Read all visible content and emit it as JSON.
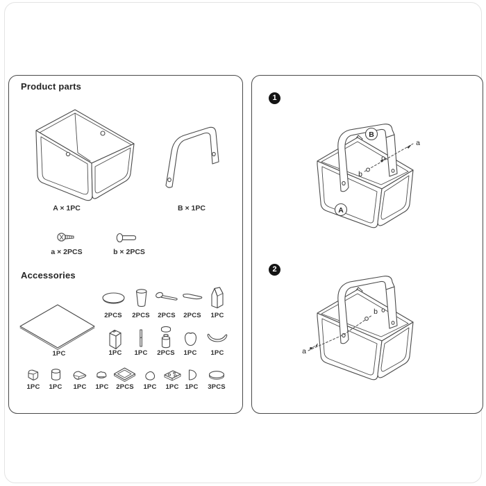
{
  "colors": {
    "line": "#4a4a4a",
    "text": "#303030",
    "panel_border": "#474747",
    "badge_bg": "#141414",
    "badge_fg": "#ffffff"
  },
  "left_panel": {
    "title": "Product parts",
    "part_a": {
      "name": "basket-body",
      "label": "A × 1PC"
    },
    "part_b": {
      "name": "handle",
      "label": "B × 1PC"
    },
    "screw_a": {
      "name": "phillips-screw",
      "label": "a × 2PCS"
    },
    "screw_b": {
      "name": "barrel-bolt",
      "label": "b × 2PCS"
    },
    "accessories_title": "Accessories",
    "blanket": {
      "name": "picnic-mat",
      "qty": "1PC"
    },
    "row1": [
      {
        "name": "plate",
        "qty": "2PCS"
      },
      {
        "name": "cup",
        "qty": "2PCS"
      },
      {
        "name": "spoon",
        "qty": "2PCS"
      },
      {
        "name": "knife",
        "qty": "2PCS"
      },
      {
        "name": "milk-carton",
        "qty": "1PC"
      }
    ],
    "row2": [
      {
        "name": "juice-box",
        "qty": "1PC"
      },
      {
        "name": "straw",
        "qty": "1PC"
      },
      {
        "name": "jar-with-lid",
        "qty": "2PCS"
      },
      {
        "name": "apple",
        "qty": "1PC"
      },
      {
        "name": "banana",
        "qty": "1PC"
      }
    ],
    "row3": [
      {
        "name": "cake-slice",
        "qty": "1PC"
      },
      {
        "name": "marshmallow",
        "qty": "1PC"
      },
      {
        "name": "pastry-wedge",
        "qty": "1PC"
      },
      {
        "name": "tart",
        "qty": "1PC"
      },
      {
        "name": "bread-slice",
        "qty": "2PCS"
      },
      {
        "name": "rice-ball",
        "qty": "1PC"
      },
      {
        "name": "cheese-slice",
        "qty": "1PC"
      },
      {
        "name": "egg-half",
        "qty": "1PC"
      },
      {
        "name": "cookie",
        "qty": "3PCS"
      }
    ]
  },
  "right_panel": {
    "step1": {
      "number": "1",
      "part_a": "A",
      "part_b": "B",
      "screw_a": "a",
      "screw_b": "b"
    },
    "step2": {
      "number": "2",
      "screw_a": "a",
      "screw_b": "b"
    }
  }
}
